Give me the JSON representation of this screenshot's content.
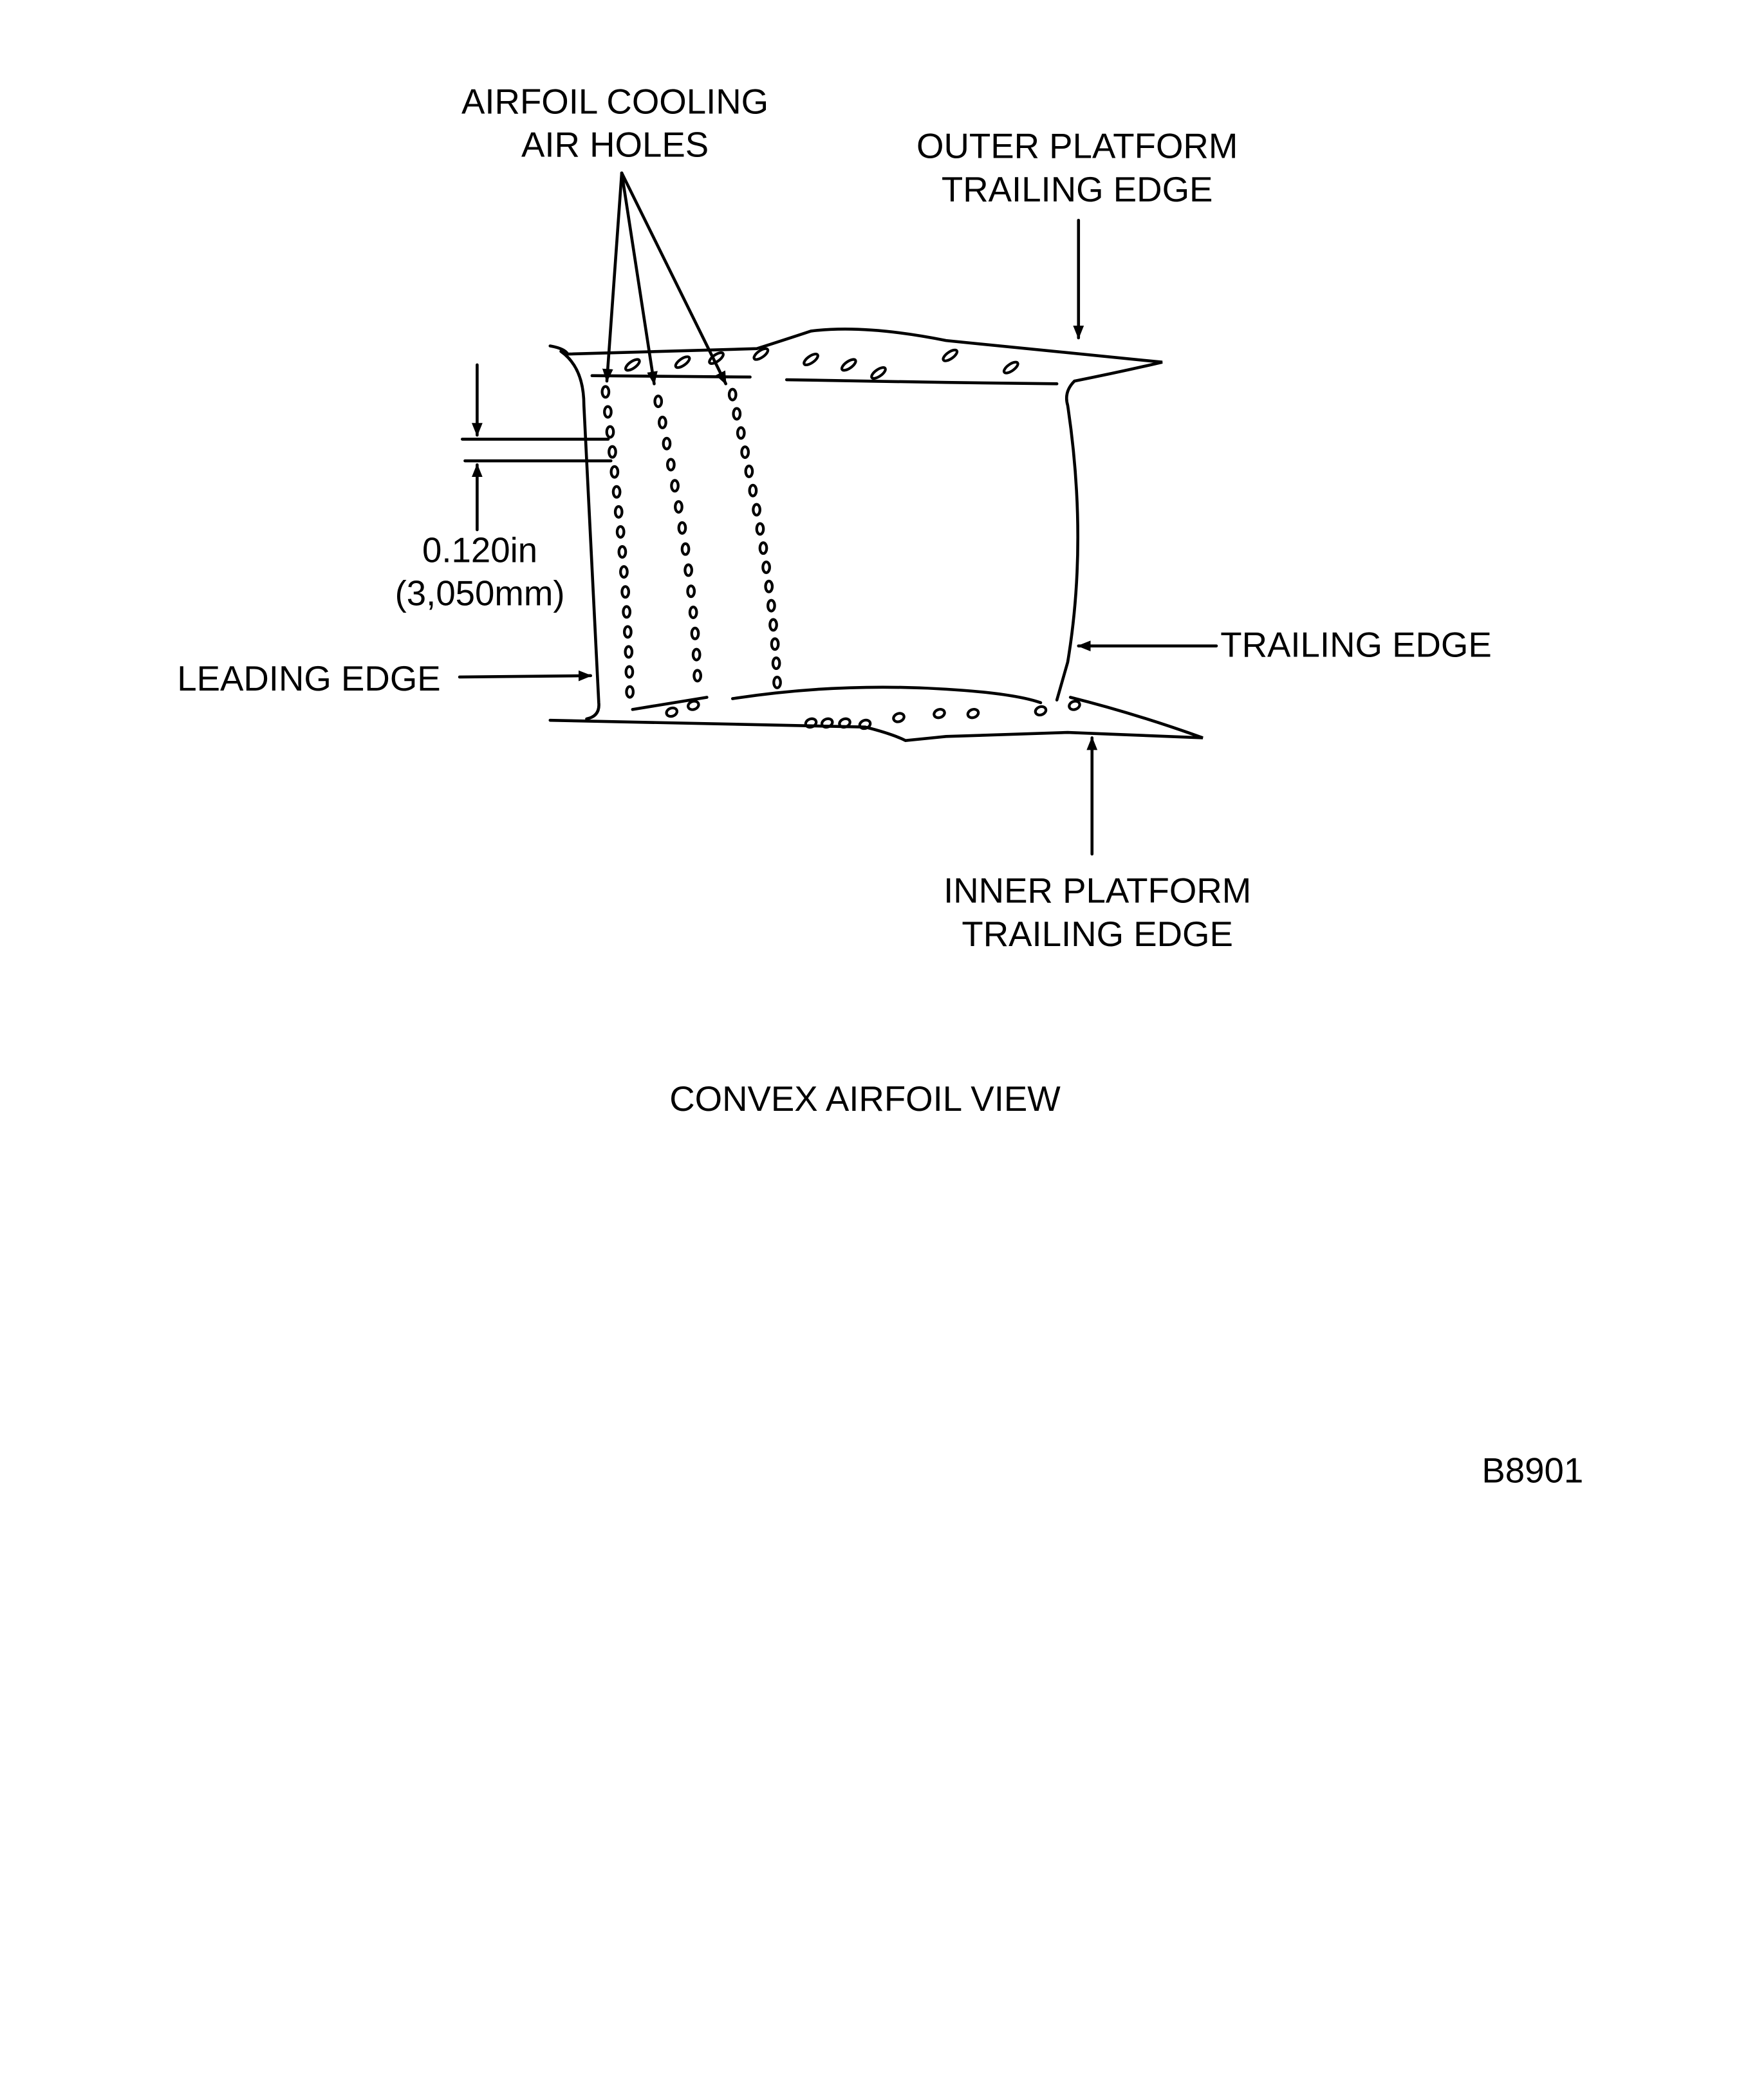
{
  "labels": {
    "cooling_holes_line1": "AIRFOIL COOLING",
    "cooling_holes_line2": "AIR HOLES",
    "outer_platform_line1": "OUTER PLATFORM",
    "outer_platform_line2": "TRAILING EDGE",
    "dimension_in": "0.120in",
    "dimension_mm": "(3,050mm)",
    "leading_edge": "LEADING EDGE",
    "trailing_edge": "TRAILING EDGE",
    "inner_platform_line1": "INNER PLATFORM",
    "inner_platform_line2": "TRAILING EDGE"
  },
  "caption": "CONVEX AIRFOIL VIEW",
  "figure_id": "B8901"
}
